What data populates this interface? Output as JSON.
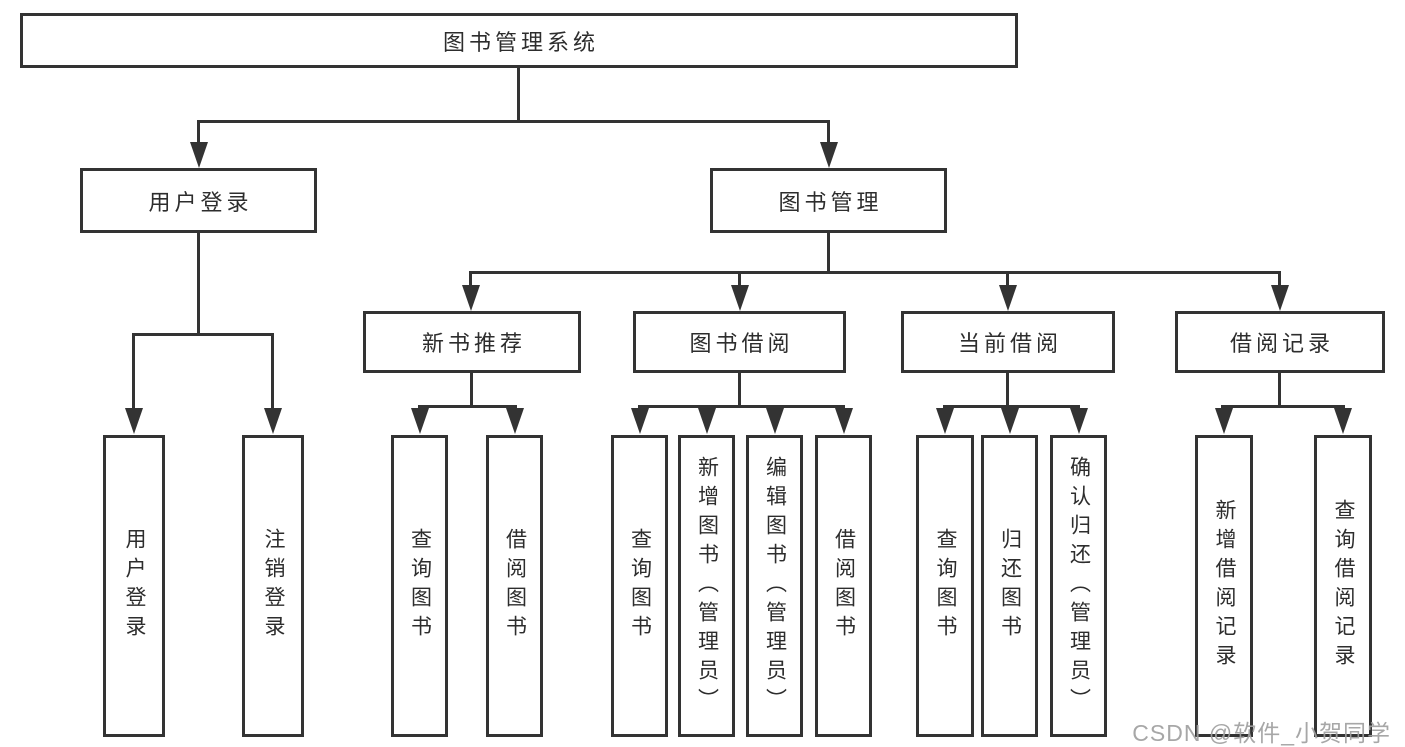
{
  "root": {
    "label": "图书管理系统"
  },
  "branches": {
    "user_login": {
      "label": "用户登录",
      "children": [
        {
          "label": "用户登录"
        },
        {
          "label": "注销登录"
        }
      ]
    },
    "book_mgmt": {
      "label": "图书管理",
      "children": [
        {
          "label": "新书推荐",
          "children": [
            {
              "label": "查询图书"
            },
            {
              "label": "借阅图书"
            }
          ]
        },
        {
          "label": "图书借阅",
          "children": [
            {
              "label": "查询图书"
            },
            {
              "label": "新增图书（管理员）"
            },
            {
              "label": "编辑图书（管理员）"
            },
            {
              "label": "借阅图书"
            }
          ]
        },
        {
          "label": "当前借阅",
          "children": [
            {
              "label": "查询图书"
            },
            {
              "label": "归还图书"
            },
            {
              "label": "确认归还（管理员）"
            }
          ]
        },
        {
          "label": "借阅记录",
          "children": [
            {
              "label": "新增借阅记录"
            },
            {
              "label": "查询借阅记录"
            }
          ]
        }
      ]
    }
  },
  "watermark": {
    "text": "CSDN @软件_小贺同学"
  },
  "colors": {
    "line": "#333333",
    "text": "#2d2d2d",
    "watermark": "#a0a0a0",
    "background": "#ffffff"
  }
}
